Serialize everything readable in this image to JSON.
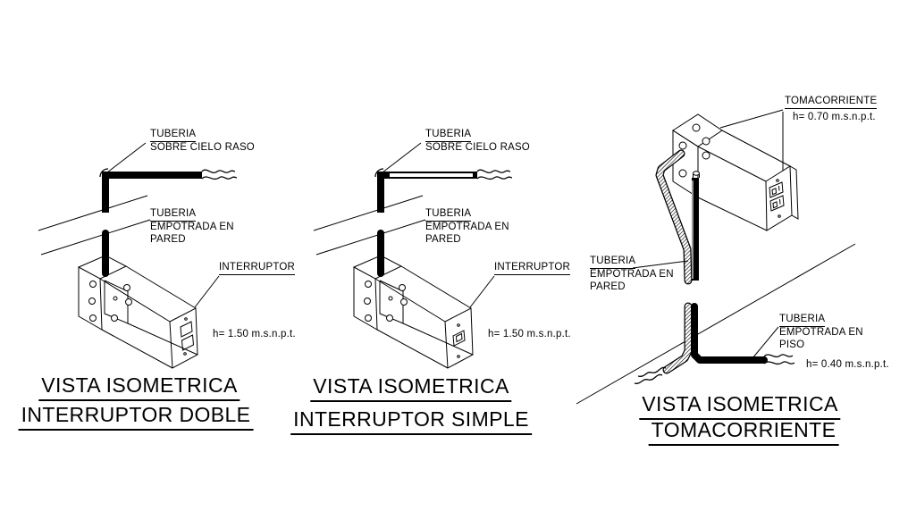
{
  "palette": {
    "background": "#ffffff",
    "ink": "#000000"
  },
  "diagrams": {
    "interruptor_doble": {
      "title_line1": "VISTA ISOMETRICA",
      "title_line2": "INTERRUPTOR DOBLE",
      "label_tuberia_cielo_1": "TUBERIA",
      "label_tuberia_cielo_2": "SOBRE CIELO RASO",
      "label_tuberia_pared_1": "TUBERIA",
      "label_tuberia_pared_2": "EMPOTRADA EN",
      "label_tuberia_pared_3": "PARED",
      "label_interruptor": "INTERRUPTOR",
      "label_altura": "h= 1.50 m.s.n.p.t."
    },
    "interruptor_simple": {
      "title_line1": "VISTA ISOMETRICA",
      "title_line2": "INTERRUPTOR SIMPLE",
      "label_tuberia_cielo_1": "TUBERIA",
      "label_tuberia_cielo_2": "SOBRE CIELO RASO",
      "label_tuberia_pared_1": "TUBERIA",
      "label_tuberia_pared_2": "EMPOTRADA EN",
      "label_tuberia_pared_3": "PARED",
      "label_interruptor": "INTERRUPTOR",
      "label_altura": "h= 1.50 m.s.n.p.t."
    },
    "tomacorriente": {
      "title_line1": "VISTA ISOMETRICA",
      "title_line2": "TOMACORRIENTE",
      "label_tomacorriente": "TOMACORRIENTE",
      "label_altura_tomacorriente": "h= 0.70 m.s.n.p.t.",
      "label_tuberia_pared_1": "TUBERIA",
      "label_tuberia_pared_2": "EMPOTRADA EN",
      "label_tuberia_pared_3": "PARED",
      "label_tuberia_piso_1": "TUBERIA",
      "label_tuberia_piso_2": "EMPOTRADA EN",
      "label_tuberia_piso_3": "PISO",
      "label_altura_piso": "h= 0.40 m.s.n.p.t."
    }
  }
}
